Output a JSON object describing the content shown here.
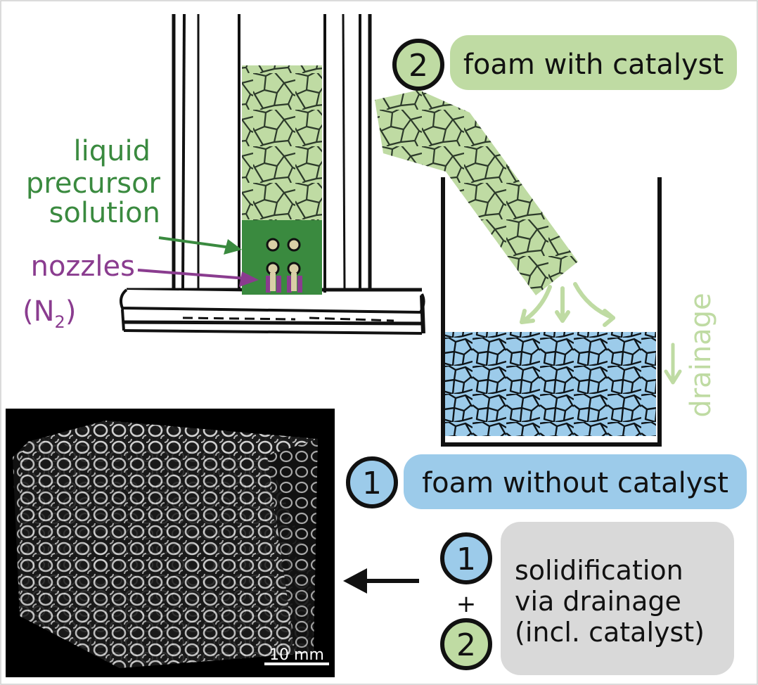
{
  "colors": {
    "green_light": "#bfdba3",
    "green_dark": "#3a8a3f",
    "purple": "#8a3c8f",
    "blue_light": "#9ccbea",
    "grey_box": "#d9d9d9",
    "black": "#111111"
  },
  "labels": {
    "foam_with_catalyst": "foam with catalyst",
    "foam_without_catalyst": "foam without catalyst",
    "liquid_line1": "liquid",
    "liquid_line2": "precursor",
    "liquid_line3": "solution",
    "nozzles": "nozzles",
    "n2_open": "(N",
    "n2_sub": "2",
    "n2_close": ")",
    "drainage": "drainage",
    "solid_line1": "solidification",
    "solid_line2": "via drainage",
    "solid_line3": "(incl. catalyst)",
    "plus": "+",
    "scale_bar": "10 mm"
  },
  "badges": {
    "one": "1",
    "two": "2"
  }
}
